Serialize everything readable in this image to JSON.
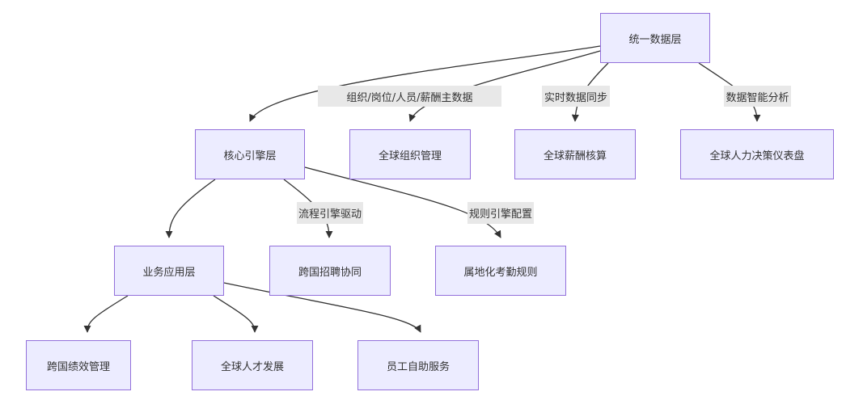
{
  "diagram": {
    "type": "flowchart",
    "direction": "top-down",
    "colors": {
      "node_fill": "#ececff",
      "node_border": "#9370db",
      "edge": "#333333",
      "label_bg": "#e8e8e8",
      "text": "#333333"
    },
    "nodes": {
      "unified": "统一数据层",
      "core": "核心引擎层",
      "org": "全球组织管理",
      "payroll": "全球薪酬核算",
      "dash": "全球人力决策仪表盘",
      "biz": "业务应用层",
      "recruit": "跨国招聘协同",
      "attend": "属地化考勤规则",
      "perf": "跨国绩效管理",
      "talent": "全球人才发展",
      "self": "员工自助服务"
    },
    "edges": [
      {
        "from": "unified",
        "to": "core",
        "label": ""
      },
      {
        "from": "unified",
        "to": "org",
        "label": "组织/岗位/人员/薪酬主数据"
      },
      {
        "from": "unified",
        "to": "payroll",
        "label": "实时数据同步"
      },
      {
        "from": "unified",
        "to": "dash",
        "label": "数据智能分析"
      },
      {
        "from": "core",
        "to": "biz",
        "label": ""
      },
      {
        "from": "core",
        "to": "recruit",
        "label": "流程引擎驱动"
      },
      {
        "from": "core",
        "to": "attend",
        "label": "规则引擎配置"
      },
      {
        "from": "biz",
        "to": "perf",
        "label": ""
      },
      {
        "from": "biz",
        "to": "talent",
        "label": ""
      },
      {
        "from": "biz",
        "to": "self",
        "label": ""
      }
    ]
  }
}
